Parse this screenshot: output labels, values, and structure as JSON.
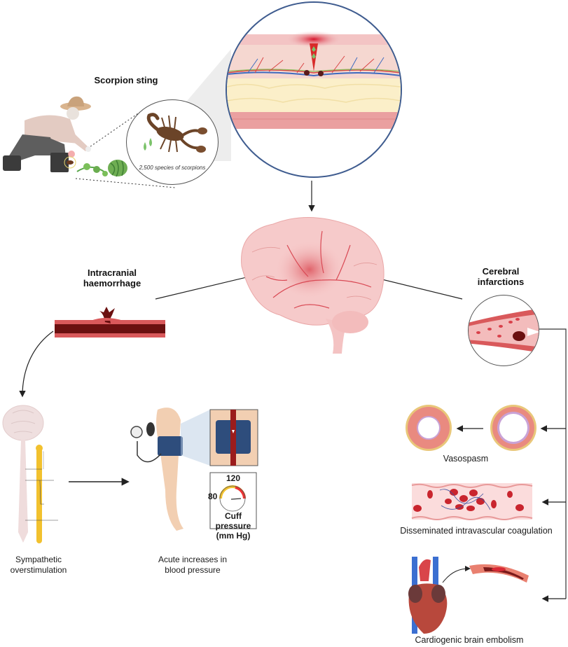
{
  "title": "Scorpion sting neurological complications pathway",
  "labels": {
    "scorpion_sting": "Scorpion sting",
    "species_caption": "2,500 species of scorpions",
    "intracranial_haemorrhage": [
      "Intracranial",
      "haemorrhage"
    ],
    "cerebral_infarctions": [
      "Cerebral",
      "infarctions"
    ],
    "sympathetic": [
      "Sympathetic",
      "overstimulation"
    ],
    "blood_pressure": [
      "Acute increases in",
      "blood pressure"
    ],
    "gauge_high": "120",
    "gauge_low": "80",
    "cuff_pressure": [
      "Cuff",
      "pressure",
      "(mm Hg)"
    ],
    "vasospasm": "Vasospasm",
    "dic": "Disseminated intravascular coagulation",
    "embolism": "Cardiogenic brain embolism"
  },
  "colors": {
    "skin_top": "#f1c9c9",
    "fat": "#fbefc9",
    "muscle": "#e99a9a",
    "zoom_circle": "#3f5c8f",
    "vessel_dark": "#6b1010",
    "vessel_light": "#d9595b",
    "brain": "#f6c9c9",
    "brain_vessel": "#d94a55",
    "spine_chain": "#f2c12e",
    "cuff": "#2e4d7c",
    "arrow": "#222222",
    "venom": "#7cc36b"
  }
}
